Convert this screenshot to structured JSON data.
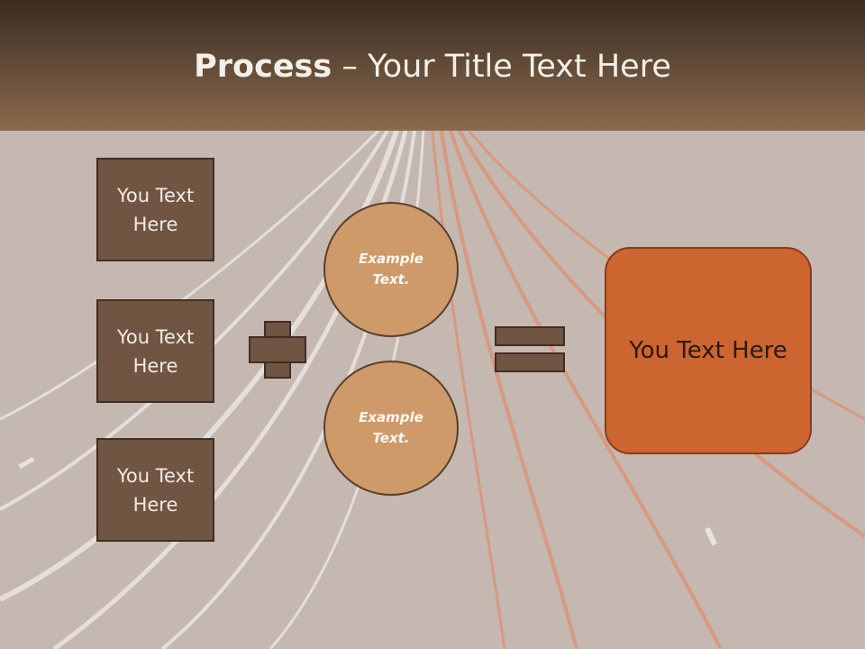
{
  "slide": {
    "title_bold": "Process",
    "title_rest": " – Your Title Text Here",
    "left_boxes": [
      {
        "label": "You Text Here"
      },
      {
        "label": "You Text Here"
      },
      {
        "label": "You Text Here"
      }
    ],
    "circles": [
      {
        "label": "Example Text."
      },
      {
        "label": "Example Text."
      }
    ],
    "result_label": "You Text Here",
    "operators": [
      "plus-icon",
      "equals-icon"
    ],
    "colors": {
      "header": "#5e4836",
      "box_fill": "#6f5542",
      "circle_fill": "#cf9a6a",
      "result_fill": "#cc6530",
      "title_text": "#f4efe9"
    }
  }
}
